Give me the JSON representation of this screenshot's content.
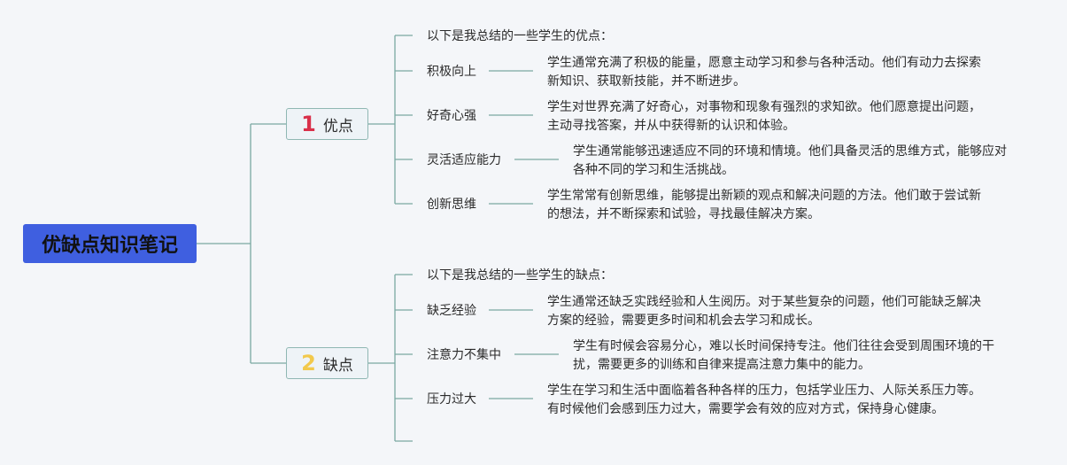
{
  "root": {
    "title": "优缺点知识笔记"
  },
  "branches": [
    {
      "number": "1",
      "label": "优点",
      "intro": "以下是我总结的一些学生的优点：",
      "items": [
        {
          "label": "积极向上",
          "desc": [
            "学生通常充满了积极的能量，愿意主动学习和参与各种活动。他们有动力去探索",
            "新知识、获取新技能，并不断进步。"
          ]
        },
        {
          "label": "好奇心强",
          "desc": [
            "学生对世界充满了好奇心，对事物和现象有强烈的求知欲。他们愿意提出问题，",
            "主动寻找答案，并从中获得新的认识和体验。"
          ]
        },
        {
          "label": "灵活适应能力",
          "desc": [
            "学生通常能够迅速适应不同的环境和情境。他们具备灵活的思维方式，能够应对",
            "各种不同的学习和生活挑战。"
          ]
        },
        {
          "label": "创新思维",
          "desc": [
            "学生常常有创新思维，能够提出新颖的观点和解决问题的方法。他们敢于尝试新",
            "的想法，并不断探索和试验，寻找最佳解决方案。"
          ]
        }
      ]
    },
    {
      "number": "2",
      "label": "缺点",
      "intro": "以下是我总结的一些学生的缺点：",
      "items": [
        {
          "label": "缺乏经验",
          "desc": [
            "学生通常还缺乏实践经验和人生阅历。对于某些复杂的问题，他们可能缺乏解决",
            "方案的经验，需要更多时间和机会去学习和成长。"
          ]
        },
        {
          "label": "注意力不集中",
          "desc": [
            "学生有时候会容易分心，难以长时间保持专注。他们往往会受到周围环境的干",
            "扰，需要更多的训练和自律来提高注意力集中的能力。"
          ]
        },
        {
          "label": "压力过大",
          "desc": [
            "学生在学习和生活中面临着各种各样的压力，包括学业压力、人际关系压力等。",
            "有时候他们会感到压力过大，需要学会有效的应对方式，保持身心健康。"
          ]
        }
      ]
    }
  ]
}
